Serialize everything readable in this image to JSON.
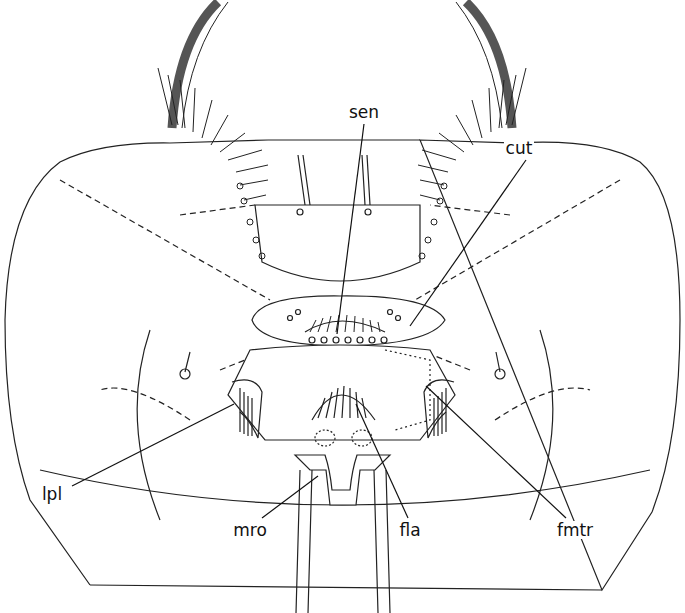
{
  "diagram": {
    "labels": [
      "sen",
      "cut",
      "lpl",
      "mro",
      "fla",
      "fmtr"
    ]
  }
}
